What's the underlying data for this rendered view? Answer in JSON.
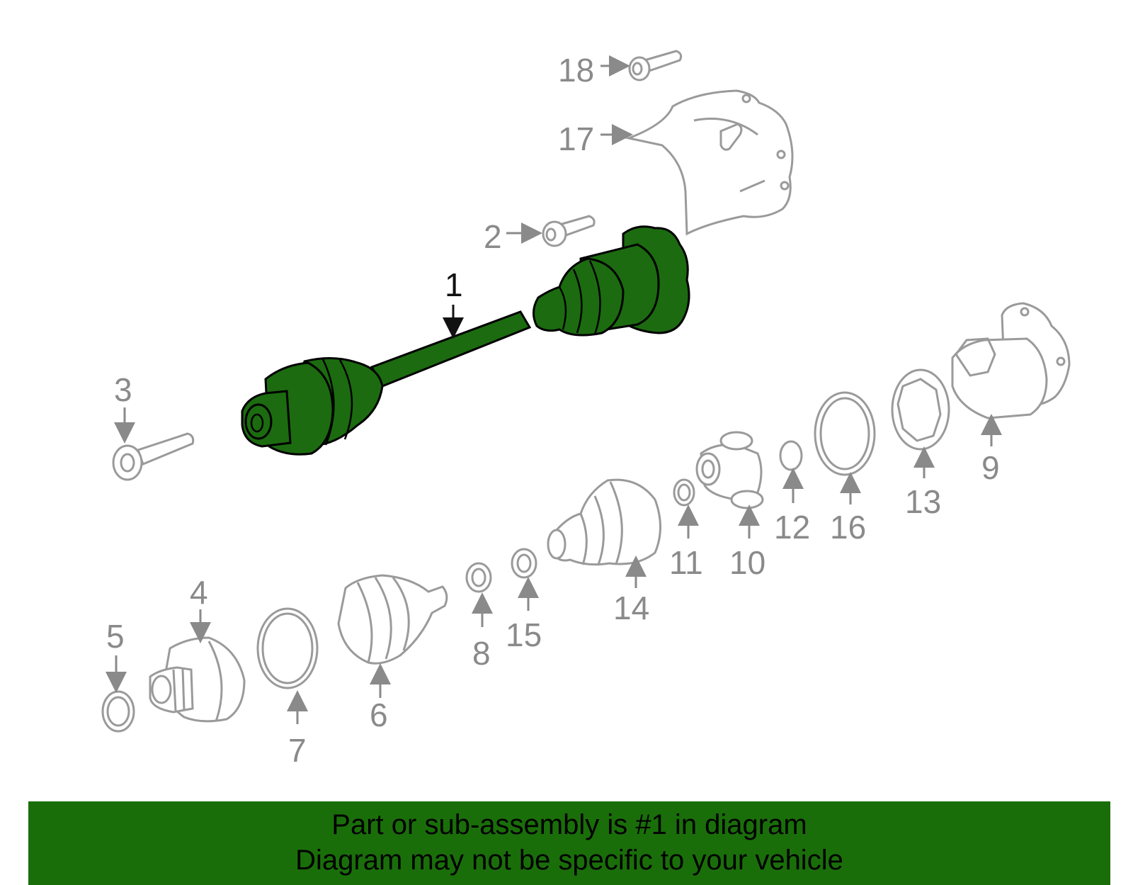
{
  "callouts": {
    "c1": "1",
    "c2": "2",
    "c3": "3",
    "c4": "4",
    "c5": "5",
    "c6": "6",
    "c7": "7",
    "c8": "8",
    "c9": "9",
    "c10": "10",
    "c11": "11",
    "c12": "12",
    "c13": "13",
    "c14": "14",
    "c15": "15",
    "c16": "16",
    "c17": "17",
    "c18": "18"
  },
  "banner": {
    "line1": "Part or sub-assembly is #1 in diagram",
    "line2": "Diagram may not be specific to your vehicle"
  },
  "colors": {
    "highlight_part": "#1c6b10",
    "banner_background": "#1a6e0a",
    "other_parts": "#9a9a9a"
  }
}
